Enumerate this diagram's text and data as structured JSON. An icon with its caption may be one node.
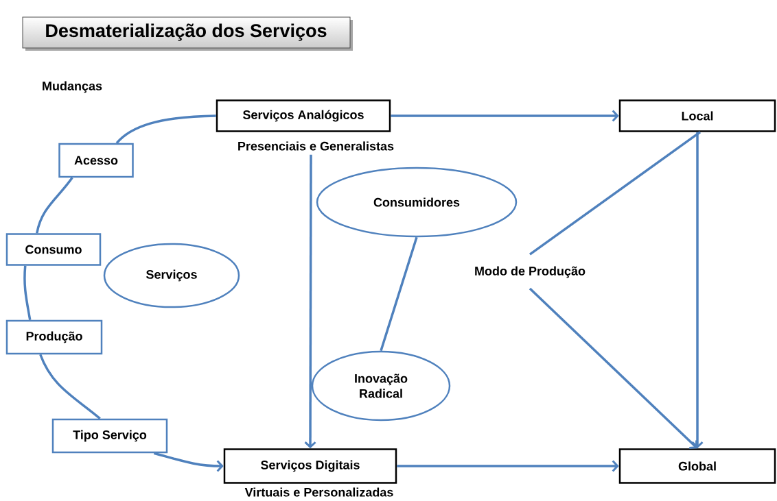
{
  "diagram": {
    "title": "Desmaterialização dos Serviços",
    "nodes": [
      {
        "text": [
          "Serviços Analógicos"
        ],
        "beside": [
          "Presenciais e Generalistas"
        ]
      },
      {
        "text": [
          "Local"
        ]
      },
      {
        "text": [
          "Acesso"
        ]
      },
      {
        "text": [
          "Consumo"
        ]
      },
      {
        "text": [
          "Consumidores"
        ]
      },
      {
        "text": [
          "Serviços"
        ]
      },
      {
        "text": [
          "Modo de Produção"
        ]
      },
      {
        "text": [
          "Produção"
        ]
      },
      {
        "text": [
          "Inovação Radical"
        ]
      },
      {
        "text": [
          "Tipo Serviço"
        ]
      },
      {
        "text": [
          "Serviços Digitais"
        ],
        "beside": [
          "Virtuais e Personalizadas"
        ]
      },
      {
        "text": [
          "Global"
        ]
      }
    ],
    "edges": [
      {
        "from": 0,
        "to": 1,
        "arrow": "to"
      },
      {
        "from": 0,
        "to": 10,
        "arrow": "to"
      },
      {
        "from": 1,
        "to": 11,
        "arrow": "to"
      },
      {
        "from": 10,
        "to": 11,
        "arrow": "to"
      },
      {
        "from": 4,
        "to": 8,
        "arrow": "none"
      },
      {
        "from": 6,
        "to": 1,
        "arrow": "none"
      },
      {
        "from": 6,
        "to": 11,
        "arrow": "to"
      },
      {
        "from": 0,
        "to": 2,
        "arrow": "none"
      },
      {
        "from": 2,
        "to": 3,
        "arrow": "none"
      },
      {
        "from": 3,
        "to": 7,
        "arrow": "none"
      },
      {
        "from": 7,
        "to": 9,
        "arrow": "none"
      },
      {
        "from": 9,
        "to": 10,
        "arrow": "to"
      }
    ],
    "labels": [
      "Mudanças"
    ]
  }
}
